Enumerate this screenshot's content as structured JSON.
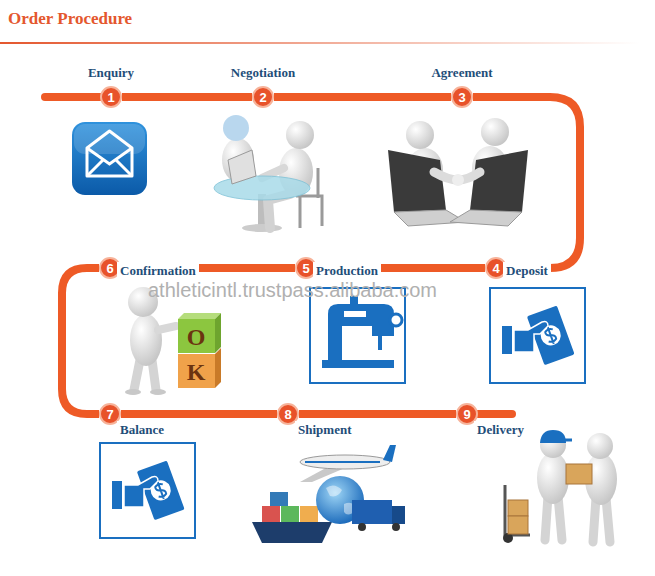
{
  "diagram": {
    "title": "Order Procedure",
    "nodes": [
      {
        "text": [
          "1",
          "Enquiry"
        ]
      },
      {
        "text": [
          "2",
          "Negotiation"
        ]
      },
      {
        "text": [
          "3",
          "Agreement"
        ]
      },
      {
        "text": [
          "4",
          "Deposit"
        ]
      },
      {
        "text": [
          "5",
          "Production"
        ]
      },
      {
        "text": [
          "6",
          "Confirmation"
        ]
      },
      {
        "text": [
          "7",
          "Balance"
        ]
      },
      {
        "text": [
          "8",
          "Shipment"
        ]
      },
      {
        "text": [
          "9",
          "Delivery"
        ]
      }
    ],
    "edges": [
      {
        "from": 0,
        "to": 1,
        "arrow": "none"
      },
      {
        "from": 1,
        "to": 2,
        "arrow": "none"
      },
      {
        "from": 2,
        "to": 3,
        "arrow": "none"
      },
      {
        "from": 3,
        "to": 4,
        "arrow": "none"
      },
      {
        "from": 4,
        "to": 5,
        "arrow": "none"
      },
      {
        "from": 5,
        "to": 6,
        "arrow": "none"
      },
      {
        "from": 6,
        "to": 7,
        "arrow": "none"
      },
      {
        "from": 7,
        "to": 8,
        "arrow": "none"
      }
    ],
    "labels": [
      "athleticintl.trustpass.alibaba.com",
      "O",
      "K"
    ]
  }
}
